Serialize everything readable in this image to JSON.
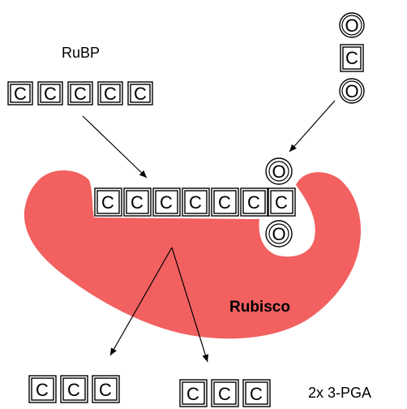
{
  "labels": {
    "rubp": "RuBP",
    "rubisco": "Rubisco",
    "product": "2x 3-PGA"
  },
  "atoms": {
    "carbon": "C",
    "oxygen": "O"
  },
  "rubp_chain": [
    "C",
    "C",
    "C",
    "C",
    "C"
  ],
  "bound_chain": [
    "C",
    "C",
    "C",
    "C",
    "C",
    "C"
  ],
  "co2": [
    "O",
    "C",
    "O"
  ],
  "bound_oxygens": [
    "O",
    "O"
  ],
  "product_left": [
    "C",
    "C",
    "C"
  ],
  "product_right": [
    "C",
    "C",
    "C"
  ],
  "colors": {
    "enzyme": "#f26060",
    "outline": "#000000",
    "background": "#ffffff"
  }
}
